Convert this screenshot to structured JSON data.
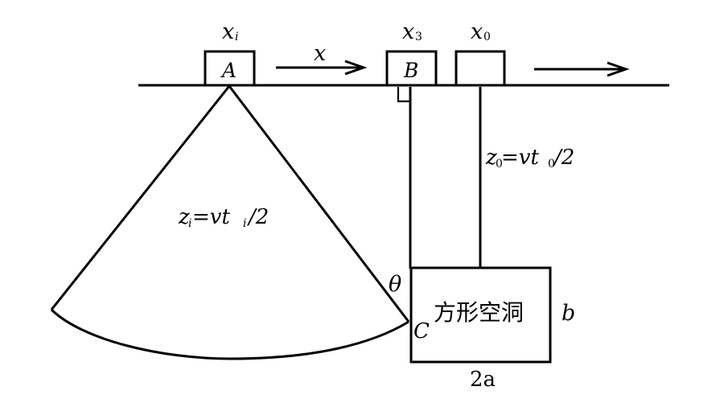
{
  "labels": {
    "xi": "x",
    "xi_sub": "i",
    "x3": "x",
    "x3_sub": "3",
    "x0": "x",
    "x0_sub": "0",
    "A": "A",
    "B": "B",
    "x_motion": "x",
    "zi_eq_main": "z",
    "zi_eq_sub": "i",
    "zi_eq_rest": "=vt",
    "zi_eq_sub2": "i",
    "zi_eq_tail": "/2",
    "z0_eq_main": "z",
    "z0_eq_sub": "0",
    "z0_eq_rest": "=vt",
    "z0_eq_sub2": "0",
    "z0_eq_tail": "/2",
    "theta": "θ",
    "C": "C",
    "cavity": "方形空洞",
    "b": "b",
    "two_a": "2a"
  }
}
